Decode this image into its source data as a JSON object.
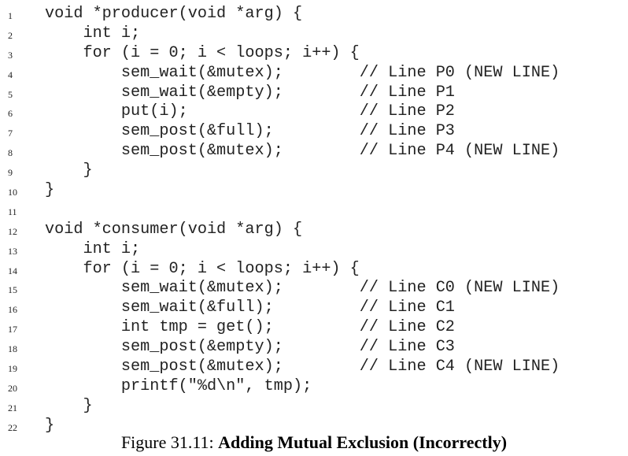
{
  "listing": {
    "lines": [
      {
        "num": "1",
        "code": "void *producer(void *arg) {"
      },
      {
        "num": "2",
        "code": "    int i;"
      },
      {
        "num": "3",
        "code": "    for (i = 0; i < loops; i++) {"
      },
      {
        "num": "4",
        "code": "        sem_wait(&mutex);        // Line P0 (NEW LINE)"
      },
      {
        "num": "5",
        "code": "        sem_wait(&empty);        // Line P1"
      },
      {
        "num": "6",
        "code": "        put(i);                  // Line P2"
      },
      {
        "num": "7",
        "code": "        sem_post(&full);         // Line P3"
      },
      {
        "num": "8",
        "code": "        sem_post(&mutex);        // Line P4 (NEW LINE)"
      },
      {
        "num": "9",
        "code": "    }"
      },
      {
        "num": "10",
        "code": "}"
      },
      {
        "num": "11",
        "code": ""
      },
      {
        "num": "12",
        "code": "void *consumer(void *arg) {"
      },
      {
        "num": "13",
        "code": "    int i;"
      },
      {
        "num": "14",
        "code": "    for (i = 0; i < loops; i++) {"
      },
      {
        "num": "15",
        "code": "        sem_wait(&mutex);        // Line C0 (NEW LINE)"
      },
      {
        "num": "16",
        "code": "        sem_wait(&full);         // Line C1"
      },
      {
        "num": "17",
        "code": "        int tmp = get();         // Line C2"
      },
      {
        "num": "18",
        "code": "        sem_post(&empty);        // Line C3"
      },
      {
        "num": "19",
        "code": "        sem_post(&mutex);        // Line C4 (NEW LINE)"
      },
      {
        "num": "20",
        "code": "        printf(\"%d\\n\", tmp);"
      },
      {
        "num": "21",
        "code": "    }"
      },
      {
        "num": "22",
        "code": "}"
      }
    ]
  },
  "caption": {
    "label": "Figure 31.11: ",
    "title": "Adding Mutual Exclusion (Incorrectly)"
  }
}
